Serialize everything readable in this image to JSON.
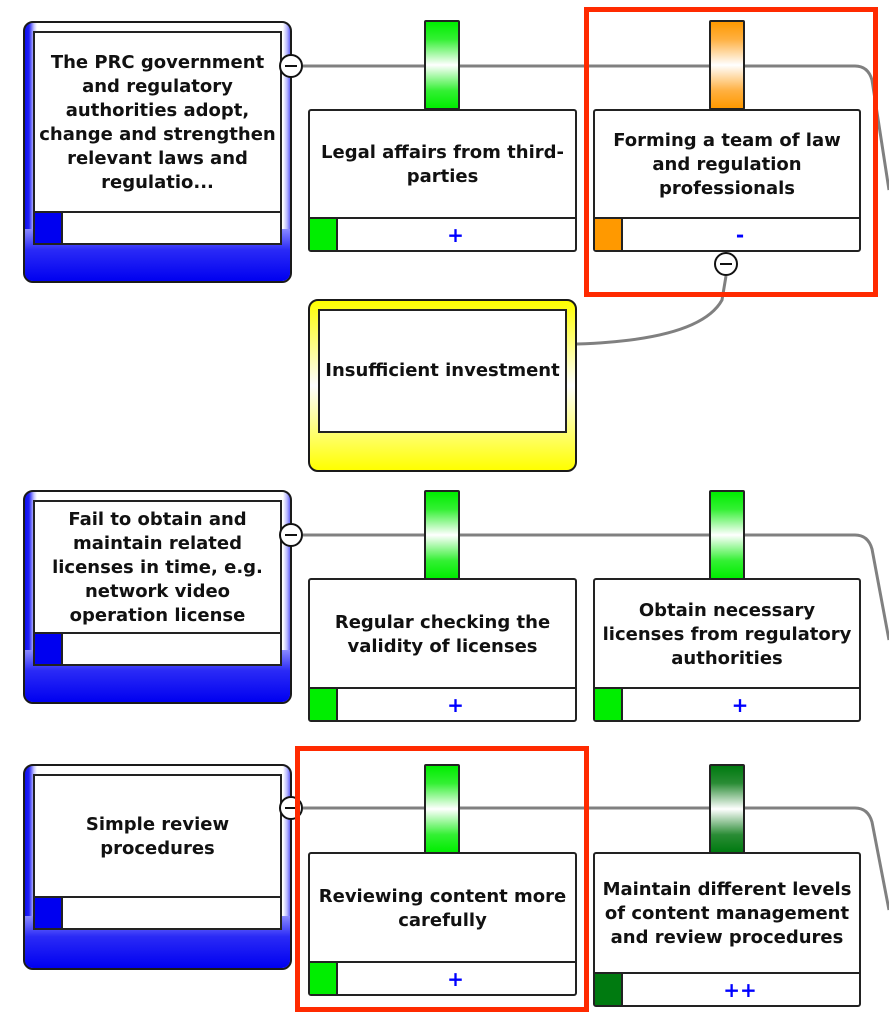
{
  "diagram": {
    "type": "bowtie-threat-barriers",
    "rows": [
      {
        "threat": {
          "label": "The PRC government and regulatory authorities adopt, change and strengthen relevant laws  and  regulatio...",
          "color": "#0000f0"
        },
        "barriers": [
          {
            "label": "Legal affairs from third-parties",
            "effectiveness": "+",
            "color": "#00ee00",
            "highlighted": false
          },
          {
            "label": "Forming a team of law and regulation professionals",
            "effectiveness": "-",
            "color": "#ff9900",
            "highlighted": true
          }
        ],
        "escalation_factor": {
          "label": "Insufficient investment",
          "color": "#ffff00"
        }
      },
      {
        "threat": {
          "label": "Fail to obtain and maintain related licenses in time, e.g. network video operation license",
          "color": "#0000f0"
        },
        "barriers": [
          {
            "label": "Regular checking the validity of licenses",
            "effectiveness": "+",
            "color": "#00ee00",
            "highlighted": false
          },
          {
            "label": "Obtain necessary licenses from regulatory authorities",
            "effectiveness": "+",
            "color": "#00ee00",
            "highlighted": false
          }
        ]
      },
      {
        "threat": {
          "label": "Simple review procedures",
          "color": "#0000f0"
        },
        "barriers": [
          {
            "label": "Reviewing content more carefully",
            "effectiveness": "+",
            "color": "#00ee00",
            "highlighted": true
          },
          {
            "label": "Maintain different levels of content management and review procedures",
            "effectiveness": "++",
            "color": "#007a10",
            "highlighted": false
          }
        ]
      }
    ],
    "colors": {
      "highlight": "#ff2a00",
      "connector": "#808080",
      "effectiveness_text": "#0000ff"
    }
  }
}
